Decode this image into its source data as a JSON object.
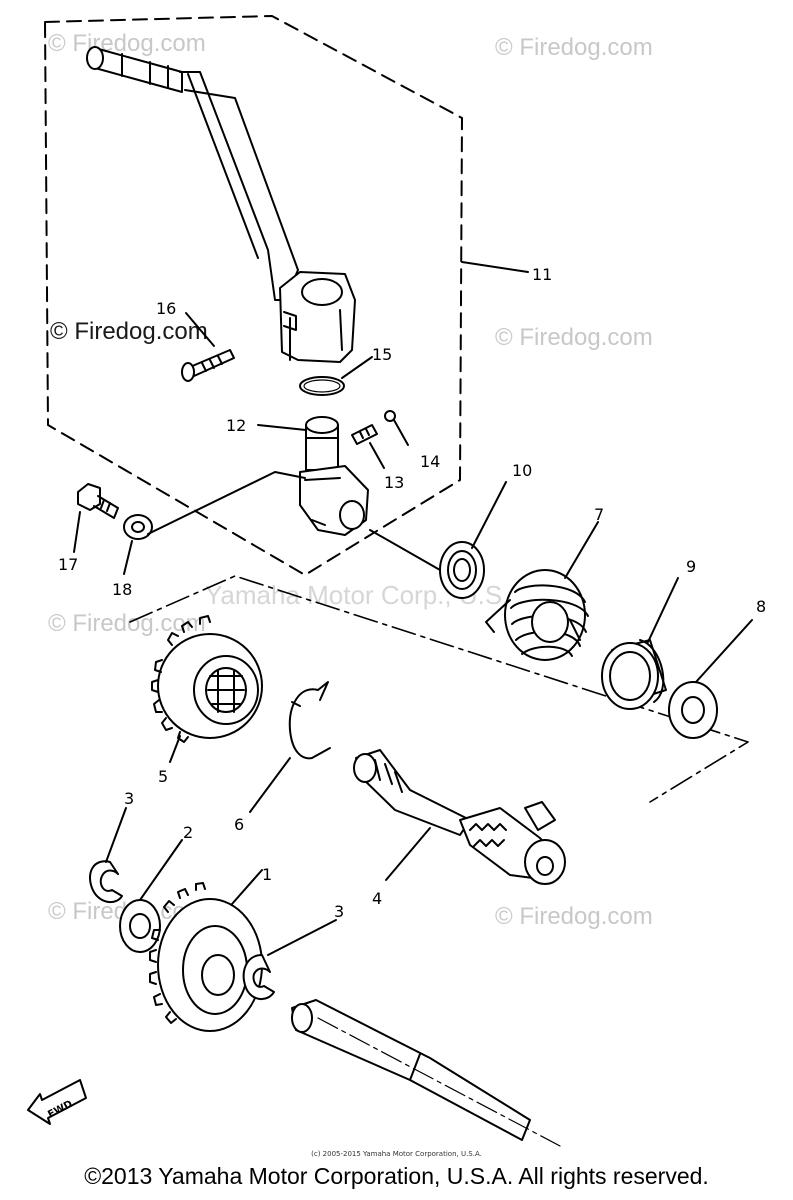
{
  "watermarks": {
    "firedog": "© Firedog.com",
    "corp": "Yamaha Motor Corp., U.S.A."
  },
  "callouts": [
    "1",
    "2",
    "3",
    "3",
    "4",
    "5",
    "6",
    "7",
    "8",
    "9",
    "10",
    "11",
    "12",
    "13",
    "14",
    "15",
    "16",
    "17",
    "18"
  ],
  "fwd_label": "FWD",
  "small_copyright": "(c) 2005-2015 Yamaha Motor Corporation, U.S.A.",
  "footer": "©2013 Yamaha Motor Corporation, U.S.A. All rights reserved."
}
